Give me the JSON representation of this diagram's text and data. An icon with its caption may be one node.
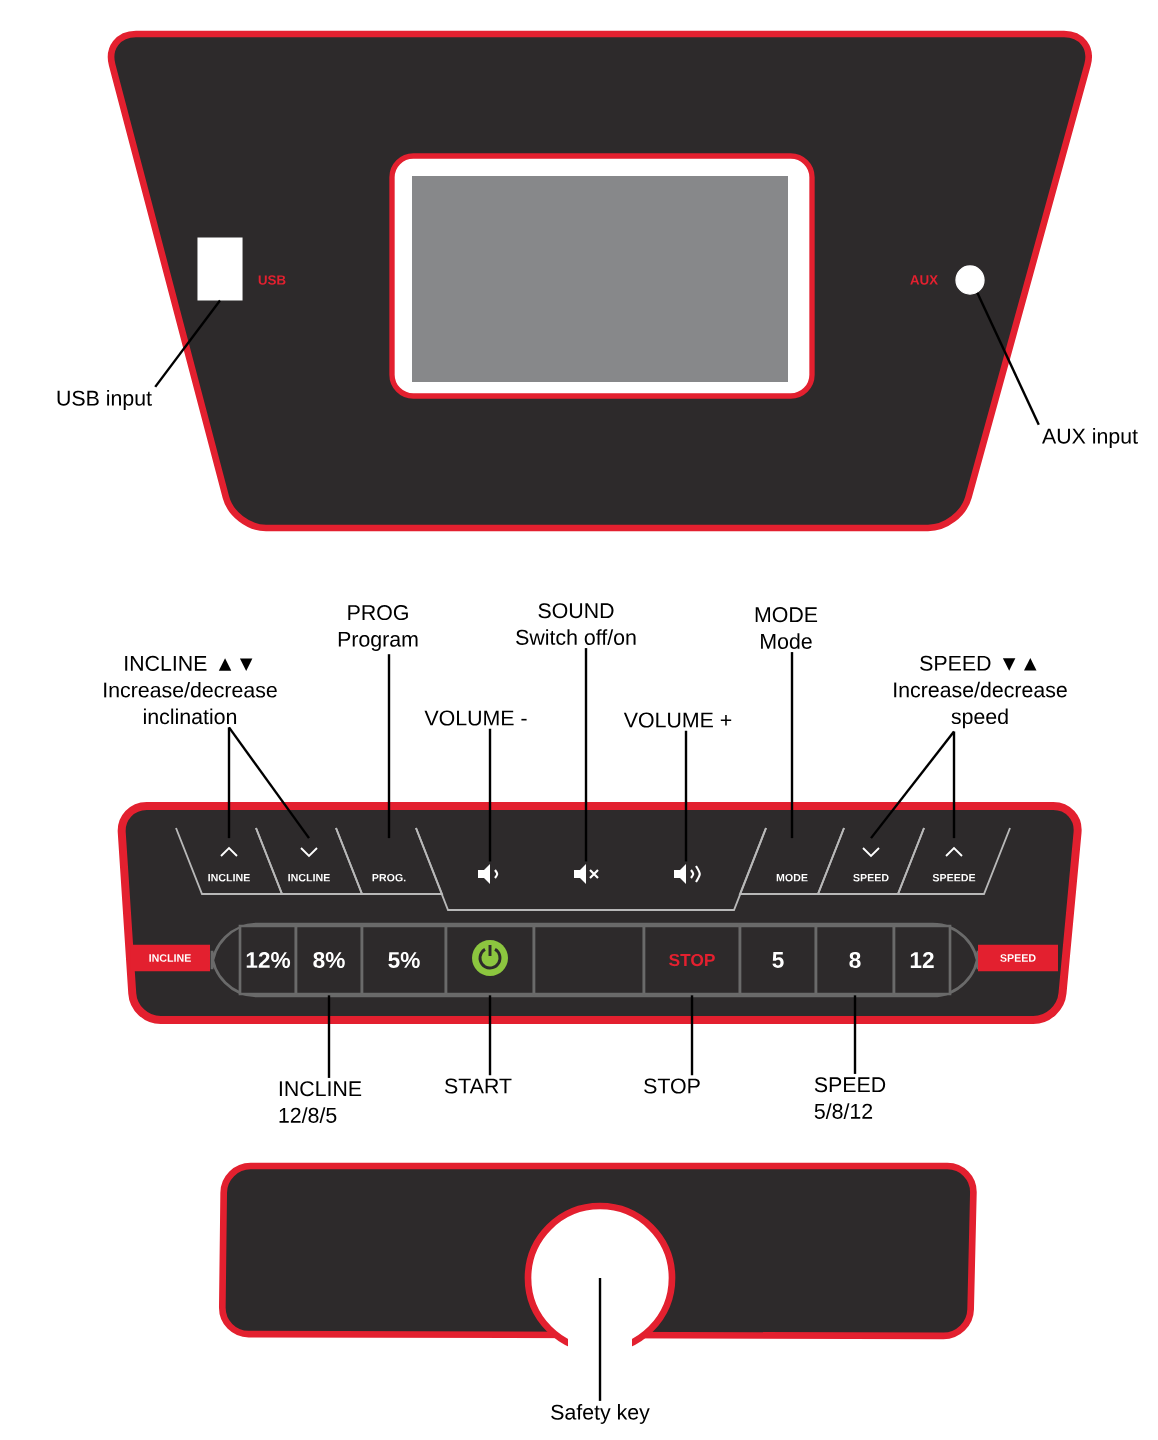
{
  "diagram": {
    "nodes": [
      {
        "text": [
          "USB input"
        ]
      },
      {
        "text": [],
        "shape": "box"
      },
      {
        "text": [],
        "shape": "circle"
      },
      {
        "text": [
          "AUX input"
        ]
      },
      {
        "text": [
          "INCLINE ▲▼",
          "Increase/decrease inclination"
        ]
      },
      {
        "text": [
          "PROG",
          "Program"
        ]
      },
      {
        "text": [
          "SOUND",
          "Switch off/on"
        ]
      },
      {
        "text": [
          "MODE",
          "Mode"
        ]
      },
      {
        "text": [
          "SPEED ▼▲",
          "Increase/decrease speed"
        ]
      },
      {
        "text": [
          "VOLUME -"
        ]
      },
      {
        "text": [
          "VOLUME +"
        ]
      },
      {
        "text": [
          "INCLINE"
        ]
      },
      {
        "text": [
          "INCLINE"
        ]
      },
      {
        "text": [
          "PROG."
        ]
      },
      {
        "text": [],
        "shape": "speaker"
      },
      {
        "text": [],
        "shape": "speaker"
      },
      {
        "text": [],
        "shape": "speaker"
      },
      {
        "text": [
          "MODE"
        ]
      },
      {
        "text": [
          "SPEED"
        ]
      },
      {
        "text": [
          "SPEEDE"
        ]
      },
      {
        "text": [
          "INCLINE"
        ]
      },
      {
        "text": [
          "12%"
        ]
      },
      {
        "text": [
          "8%"
        ]
      },
      {
        "text": [
          "5%"
        ]
      },
      {
        "text": [],
        "shape": "button"
      },
      {
        "text": [],
        "shape": "box"
      },
      {
        "text": [
          "STOP"
        ]
      },
      {
        "text": [
          "5"
        ]
      },
      {
        "text": [
          "8"
        ]
      },
      {
        "text": [
          "12"
        ]
      },
      {
        "text": [
          "SPEED"
        ]
      },
      {
        "text": [
          "INCLINE",
          "12/8/5"
        ]
      },
      {
        "text": [
          "START"
        ]
      },
      {
        "text": [
          "STOP"
        ]
      },
      {
        "text": [
          "SPEED",
          "5/8/12"
        ]
      },
      {
        "text": [],
        "shape": "circle"
      },
      {
        "text": [
          "Safety key"
        ]
      }
    ],
    "edges": [
      {
        "from": 0,
        "to": 1,
        "arrow": "none"
      },
      {
        "from": 3,
        "to": 2,
        "arrow": "none"
      },
      {
        "from": 4,
        "to": 11,
        "arrow": "none"
      },
      {
        "from": 4,
        "to": 12,
        "arrow": "none"
      },
      {
        "from": 5,
        "to": 13,
        "arrow": "none"
      },
      {
        "from": 9,
        "to": 14,
        "arrow": "none"
      },
      {
        "from": 6,
        "to": 15,
        "arrow": "none"
      },
      {
        "from": 10,
        "to": 16,
        "arrow": "none"
      },
      {
        "from": 7,
        "to": 17,
        "arrow": "none"
      },
      {
        "from": 8,
        "to": 18,
        "arrow": "none"
      },
      {
        "from": 8,
        "to": 19,
        "arrow": "none"
      },
      {
        "from": 31,
        "to": 22,
        "arrow": "none"
      },
      {
        "from": 32,
        "to": 24,
        "arrow": "none"
      },
      {
        "from": 33,
        "to": 26,
        "arrow": "none"
      },
      {
        "from": 34,
        "to": 28,
        "arrow": "none"
      },
      {
        "from": 36,
        "to": 35,
        "arrow": "none"
      }
    ],
    "labels": [
      "USB",
      "AUX"
    ]
  }
}
